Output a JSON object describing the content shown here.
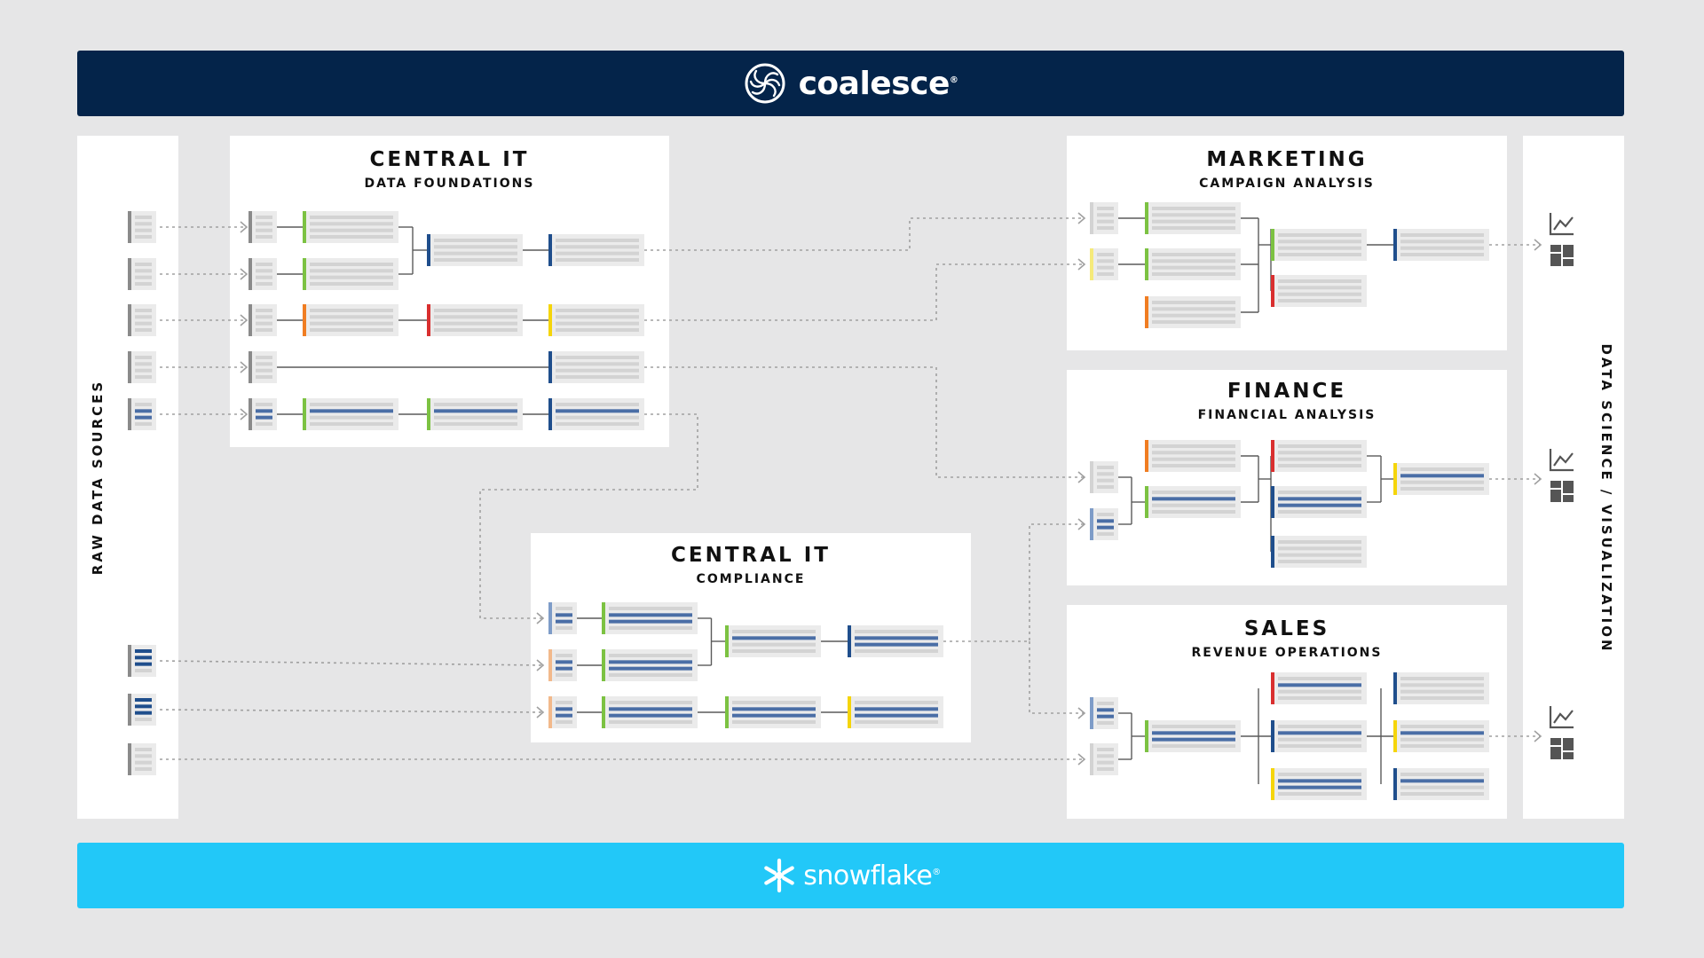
{
  "header": {
    "brand": "coalesce",
    "reg_mark": "®",
    "icon": "coalesce-swirl-icon",
    "background": "#04244a"
  },
  "footer": {
    "brand": "snowflake",
    "reg_mark": "®",
    "icon": "snowflake-icon",
    "background": "#22c8f8"
  },
  "left_column": {
    "label": "RAW DATA SOURCES"
  },
  "right_column": {
    "label": "DATA SCIENCE / VISUALIZATION",
    "icons": [
      "line-chart-icon",
      "dashboard-icon"
    ]
  },
  "panels": {
    "central_it_foundations": {
      "title": "CENTRAL IT",
      "subtitle": "DATA FOUNDATIONS"
    },
    "central_it_compliance": {
      "title": "CENTRAL IT",
      "subtitle": "COMPLIANCE"
    },
    "marketing": {
      "title": "MARKETING",
      "subtitle": "CAMPAIGN ANALYSIS"
    },
    "finance": {
      "title": "FINANCE",
      "subtitle": "FINANCIAL ANALYSIS"
    },
    "sales": {
      "title": "SALES",
      "subtitle": "REVENUE OPERATIONS"
    }
  },
  "colors": {
    "green": "#7cc242",
    "blue": "#1f4e8c",
    "orange": "#f07d22",
    "red": "#d92f2f",
    "yellow": "#f5d50a",
    "gray": "#8a8a8a",
    "light_gray": "#d3d3d3",
    "light_blue": "#7e9cc8",
    "peach": "#f2b98b",
    "pale_yellow": "#f5ea7a",
    "connector": "#a0a0a0"
  }
}
